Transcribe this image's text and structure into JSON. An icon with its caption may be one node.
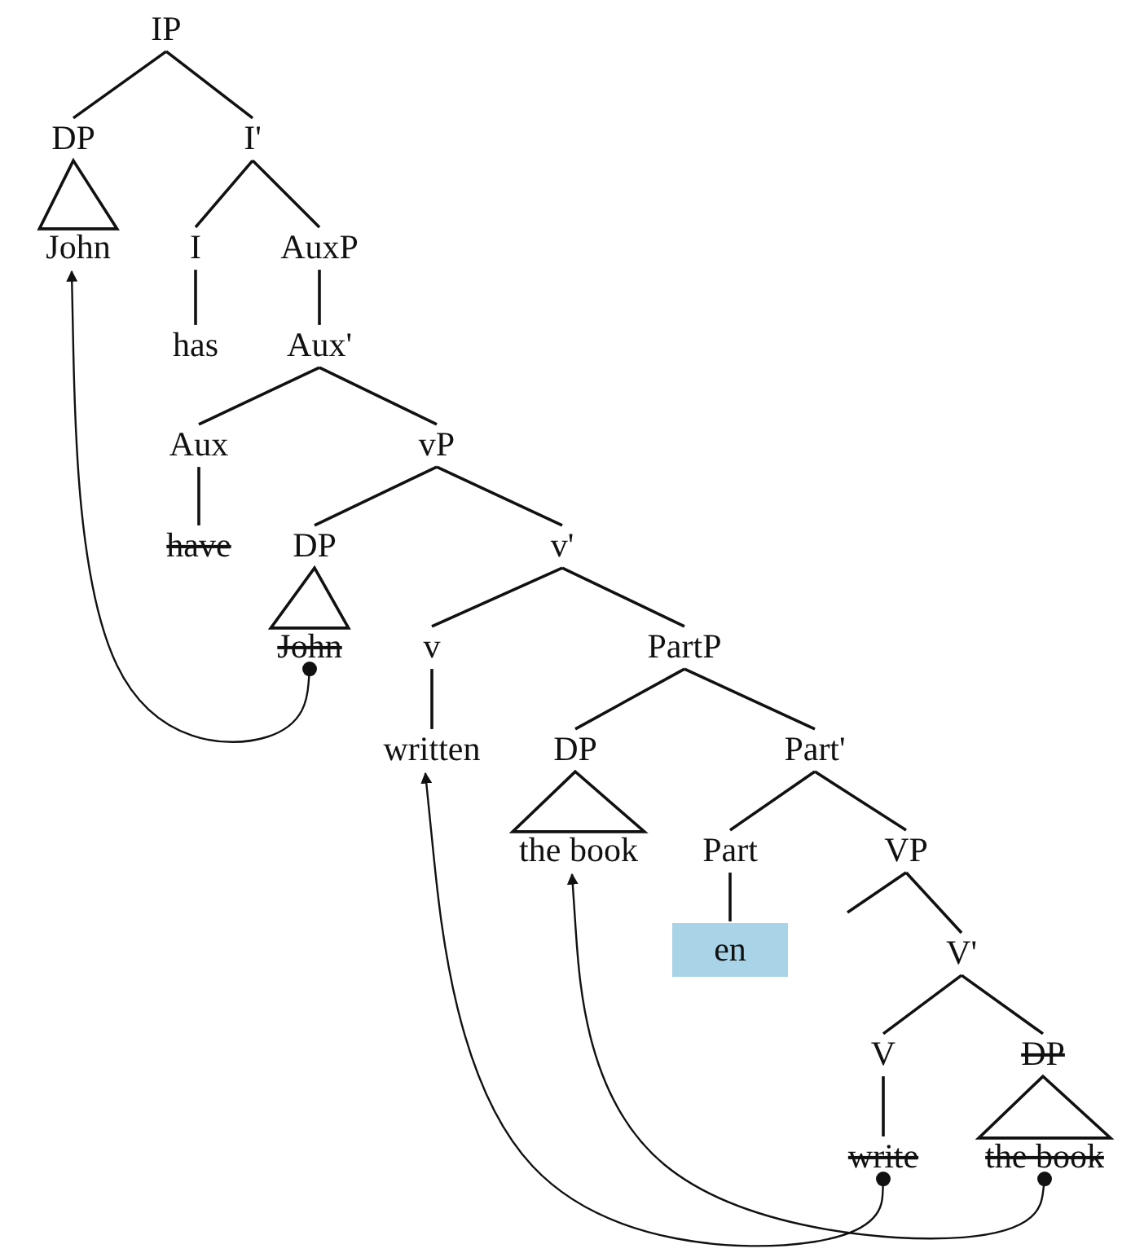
{
  "diagram": {
    "nodes": [
      {
        "text": [
          "IP"
        ]
      },
      {
        "text": [
          "DP"
        ]
      },
      {
        "text": [
          "I'"
        ]
      },
      {
        "text": [
          "John"
        ]
      },
      {
        "text": [
          "I"
        ]
      },
      {
        "text": [
          "AuxP"
        ]
      },
      {
        "text": [
          "has"
        ]
      },
      {
        "text": [
          "Aux'"
        ]
      },
      {
        "text": [
          "Aux"
        ]
      },
      {
        "text": [
          "vP"
        ]
      },
      {
        "text": [
          "have"
        ]
      },
      {
        "text": [
          "DP"
        ]
      },
      {
        "text": [
          "v'"
        ]
      },
      {
        "text": [
          "John"
        ]
      },
      {
        "text": [
          "v"
        ]
      },
      {
        "text": [
          "PartP"
        ]
      },
      {
        "text": [
          "written"
        ]
      },
      {
        "text": [
          "DP"
        ]
      },
      {
        "text": [
          "Part'"
        ]
      },
      {
        "text": [
          "the book"
        ]
      },
      {
        "text": [
          "Part"
        ]
      },
      {
        "text": [
          "VP"
        ]
      },
      {
        "text": [
          "en"
        ]
      },
      {
        "text": [
          "V'"
        ]
      },
      {
        "text": [
          "V"
        ]
      },
      {
        "text": [
          "DP"
        ]
      },
      {
        "text": [
          "write"
        ]
      },
      {
        "text": [
          "the book"
        ]
      }
    ],
    "edges": [
      {
        "from": 0,
        "to": 1,
        "arrow": "none"
      },
      {
        "from": 0,
        "to": 2,
        "arrow": "none"
      },
      {
        "from": 1,
        "to": 3,
        "arrow": "none"
      },
      {
        "from": 2,
        "to": 4,
        "arrow": "none"
      },
      {
        "from": 2,
        "to": 5,
        "arrow": "none"
      },
      {
        "from": 4,
        "to": 6,
        "arrow": "none"
      },
      {
        "from": 5,
        "to": 7,
        "arrow": "none"
      },
      {
        "from": 7,
        "to": 8,
        "arrow": "none"
      },
      {
        "from": 7,
        "to": 9,
        "arrow": "none"
      },
      {
        "from": 8,
        "to": 10,
        "arrow": "none"
      },
      {
        "from": 9,
        "to": 11,
        "arrow": "none"
      },
      {
        "from": 9,
        "to": 12,
        "arrow": "none"
      },
      {
        "from": 11,
        "to": 13,
        "arrow": "none"
      },
      {
        "from": 12,
        "to": 14,
        "arrow": "none"
      },
      {
        "from": 12,
        "to": 15,
        "arrow": "none"
      },
      {
        "from": 13,
        "to": 3,
        "arrow": "to"
      },
      {
        "from": 14,
        "to": 16,
        "arrow": "none"
      },
      {
        "from": 15,
        "to": 17,
        "arrow": "none"
      },
      {
        "from": 15,
        "to": 18,
        "arrow": "none"
      },
      {
        "from": 17,
        "to": 19,
        "arrow": "none"
      },
      {
        "from": 18,
        "to": 20,
        "arrow": "none"
      },
      {
        "from": 18,
        "to": 21,
        "arrow": "none"
      },
      {
        "from": 20,
        "to": 22,
        "arrow": "none"
      },
      {
        "from": 21,
        "to": null,
        "arrow": "none"
      },
      {
        "from": 21,
        "to": 23,
        "arrow": "none"
      },
      {
        "from": 23,
        "to": 24,
        "arrow": "none"
      },
      {
        "from": 23,
        "to": 25,
        "arrow": "none"
      },
      {
        "from": 24,
        "to": 26,
        "arrow": "none"
      },
      {
        "from": 25,
        "to": 27,
        "arrow": "none"
      },
      {
        "from": 26,
        "to": 16,
        "arrow": "to"
      },
      {
        "from": 27,
        "to": 19,
        "arrow": "to"
      }
    ]
  }
}
